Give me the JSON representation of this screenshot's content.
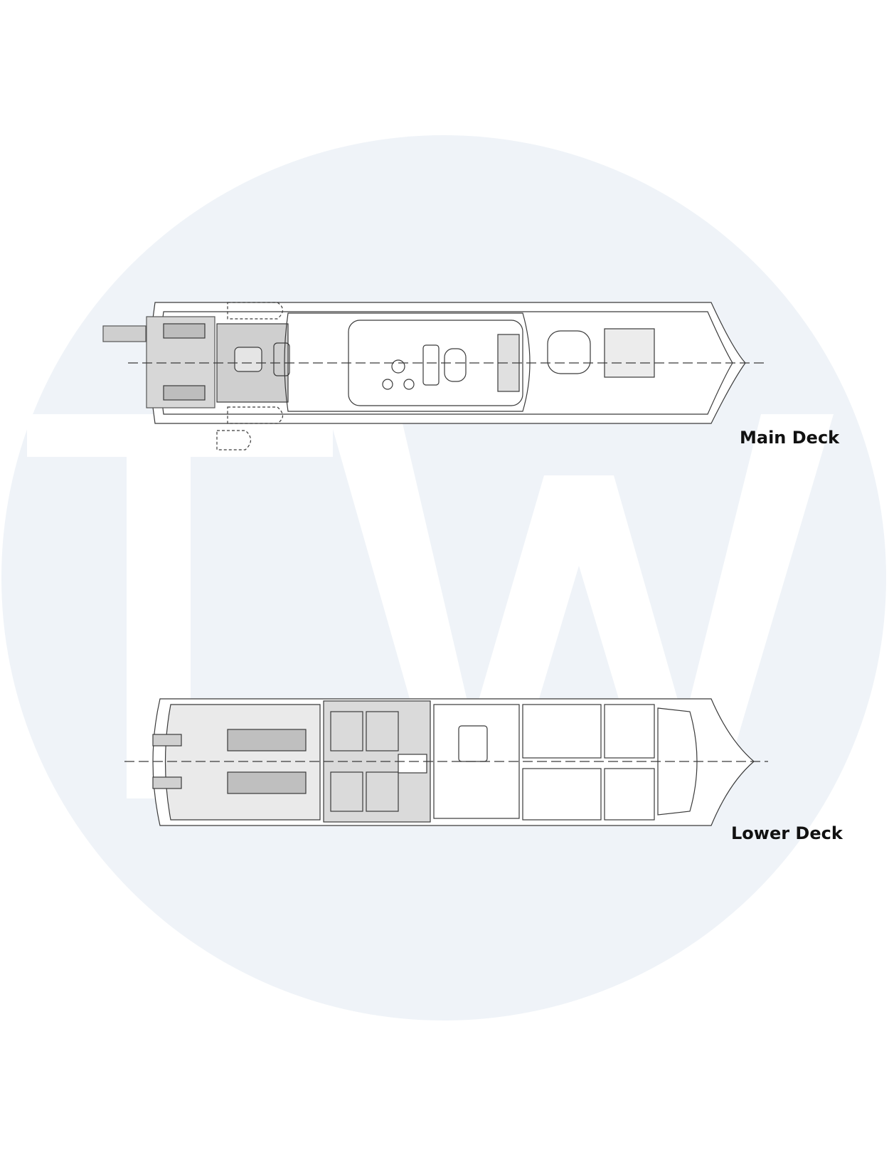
{
  "watermark": {
    "text": "TW",
    "circle_color": "#eff3f8",
    "letter_color": "#ffffff"
  },
  "decks": [
    {
      "label": "Main Deck"
    },
    {
      "label": "Lower Deck"
    }
  ],
  "line_color": "#3a3a3a"
}
